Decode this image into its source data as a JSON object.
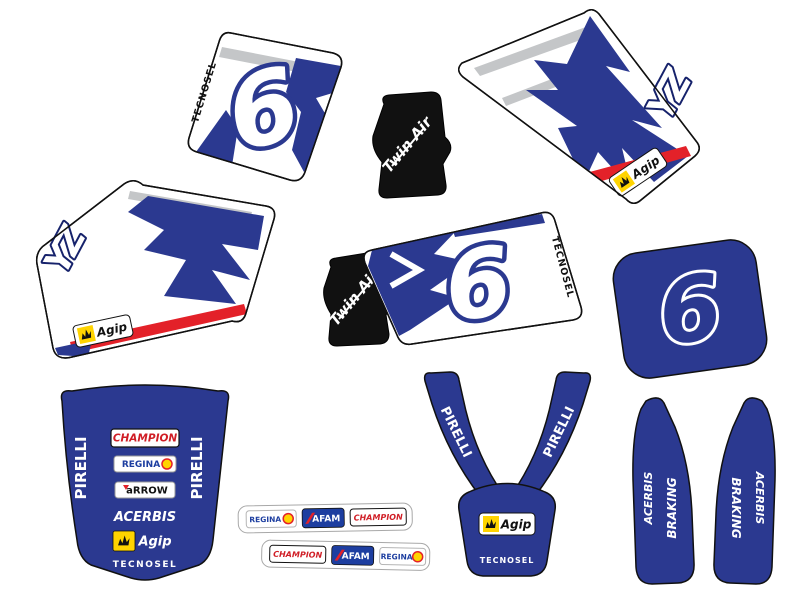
{
  "kit": {
    "race_number": "6",
    "model_logo": "YZ"
  },
  "brands": {
    "tecnosel": "TECNOSEL",
    "twin_air": "Twin Air",
    "agip": "Agip",
    "pirelli": "PIRELLI",
    "champion": "CHAMPION",
    "regina": "REGINA",
    "arrow": "aRROW",
    "acerbis": "ACERBIS",
    "afam": "AFAM",
    "braking": "BRAKING"
  },
  "colors": {
    "blue": "#2b3990",
    "dark_navy": "#16226b",
    "red": "#e32129",
    "yellow": "#ffd400",
    "black": "#111111",
    "silver": "#c4c6c8",
    "white": "#ffffff"
  }
}
